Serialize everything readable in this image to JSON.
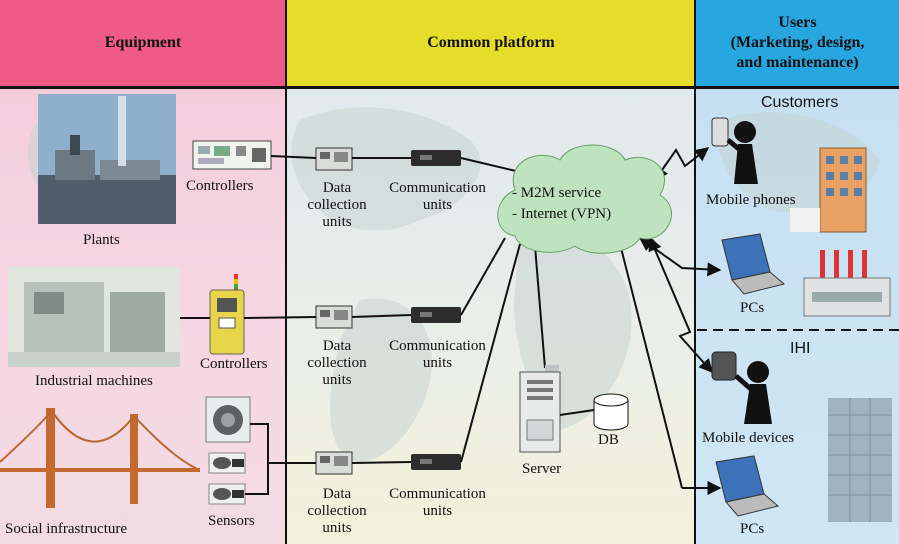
{
  "headers": {
    "equipment": "Equipment",
    "common_platform": "Common platform",
    "users_line1": "Users",
    "users_line2": "(Marketing, design,",
    "users_line3": "and maintenance)"
  },
  "equipment": {
    "plants": "Plants",
    "industrial_machines": "Industrial machines",
    "social_infrastructure": "Social infrastructure",
    "controllers_1": "Controllers",
    "controllers_2": "Controllers",
    "sensors": "Sensors"
  },
  "platform": {
    "data_collection_line1": "Data",
    "data_collection_line2": "collection",
    "data_collection_line3": "units",
    "communication_line1": "Communication",
    "communication_line2": "units",
    "cloud_line1": "- M2M service",
    "cloud_line2": "- Internet (VPN)",
    "server": "Server",
    "db": "DB"
  },
  "users": {
    "customers": "Customers",
    "mobile_phones": "Mobile phones",
    "pcs_1": "PCs",
    "ihi": "IHI",
    "mobile_devices": "Mobile devices",
    "pcs_2": "PCs"
  },
  "colors": {
    "equipment_header": "#ef5b86",
    "platform_header": "#e6dd2a",
    "users_header": "#27a6e0",
    "cloud": "#bfe3bf"
  }
}
